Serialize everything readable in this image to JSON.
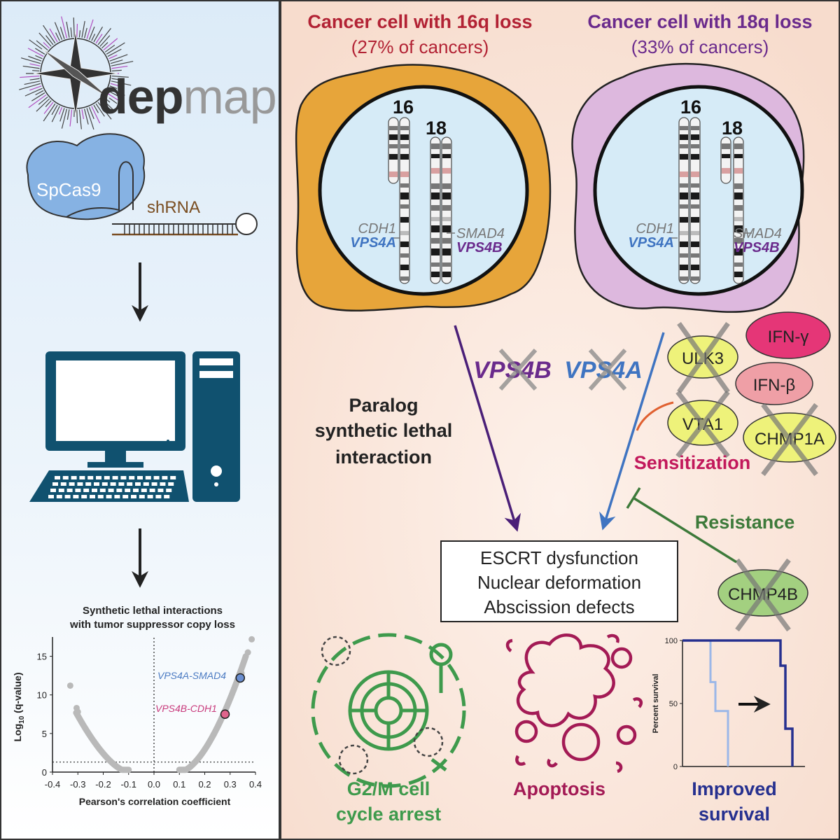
{
  "left_panel": {
    "logo_text": "depmap",
    "cas9_label": "SpCas9",
    "shrna_label": "shRNA",
    "plot": {
      "title_line1": "Synthetic lethal interactions",
      "title_line2": "with tumor suppressor copy loss",
      "xlabel": "Pearson's correlation coefficient",
      "ylabel_main": "Log",
      "ylabel_sub": "10",
      "ylabel_rest": " (q-value)",
      "xticks": [
        "-0.4",
        "-0.3",
        "-0.2",
        "-0.1",
        "0.0",
        "0.1",
        "0.2",
        "0.3",
        "0.4"
      ],
      "yticks": [
        "0",
        "5",
        "10",
        "15"
      ],
      "hl1_label": "VPS4A-SMAD4",
      "hl2_label": "VPS4B-CDH1"
    }
  },
  "cell1": {
    "title": "Cancer cell with 16q loss",
    "subtitle": "(27% of cancers)",
    "chr_a": "16",
    "chr_b": "18",
    "gene_cdh1": "CDH1",
    "gene_vps4a": "VPS4A",
    "gene_smad4": "SMAD4",
    "gene_vps4b": "VPS4B"
  },
  "cell2": {
    "title": "Cancer cell with 18q loss",
    "subtitle": "(33% of cancers)",
    "chr_a": "16",
    "chr_b": "18",
    "gene_cdh1": "CDH1",
    "gene_vps4a": "VPS4A",
    "gene_smad4": "SMAD4",
    "gene_vps4b": "VPS4B"
  },
  "middle": {
    "ko_vps4b": "VPS4B",
    "ko_vps4a": "VPS4A",
    "paralog_line1": "Paralog",
    "paralog_line2": "synthetic lethal",
    "paralog_line3": "interaction",
    "sensitization": "Sensitization",
    "resistance": "Resistance",
    "box_line1": "ESCRT dysfunction",
    "box_line2": "Nuclear deformation",
    "box_line3": "Abscission defects"
  },
  "modifiers": {
    "ulk3": "ULK3",
    "ifng": "IFN-γ",
    "ifnb": "IFN-β",
    "vta1": "VTA1",
    "chmp1a": "CHMP1A",
    "chmp4b": "CHMP4B"
  },
  "outcomes": {
    "g2m_line1": "G2/M cell",
    "g2m_line2": "cycle arrest",
    "apoptosis": "Apoptosis",
    "survival_line1": "Improved",
    "survival_line2": "survival",
    "survival_ylabel": "Percent survival",
    "survival_yticks": [
      "0",
      "50",
      "100"
    ]
  },
  "colors": {
    "red": "#b22234",
    "purple": "#6a2a8c",
    "blue": "#3f74c1",
    "green": "#3d7a3a",
    "magenta": "#c2185b",
    "navy": "#26308f",
    "orange": "#e7a53a",
    "lilac": "#ddb8de",
    "nucleus": "#d6ebf7"
  }
}
